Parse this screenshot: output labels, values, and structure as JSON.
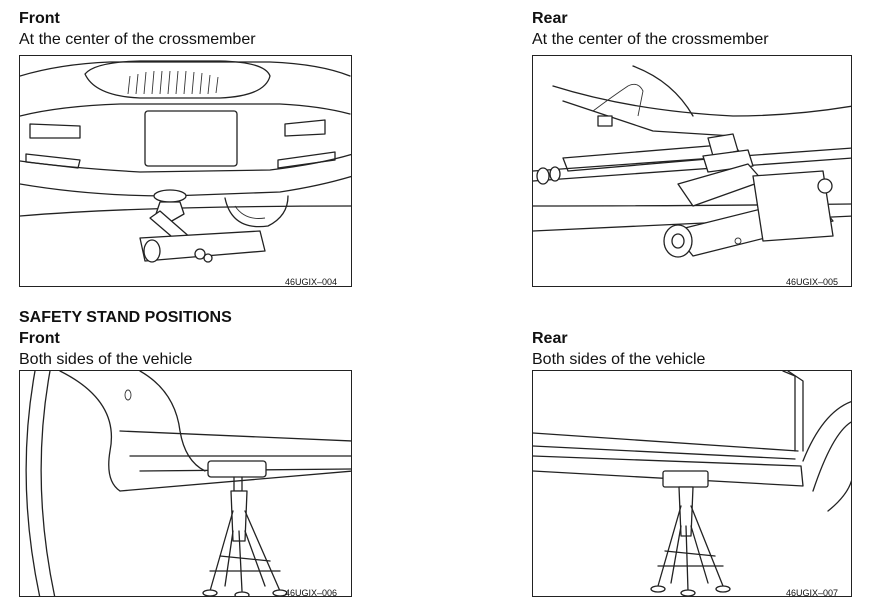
{
  "jack_positions": {
    "front": {
      "heading": "Front",
      "location": "At the center of the crossmember",
      "figure_code": "46UGIX–004"
    },
    "rear": {
      "heading": "Rear",
      "location": "At the center of the crossmember",
      "figure_code": "46UGIX–005"
    }
  },
  "safety_stand_positions": {
    "section_title": "SAFETY STAND POSITIONS",
    "front": {
      "heading": "Front",
      "location": "Both sides of the vehicle",
      "figure_code": "46UGIX–006"
    },
    "rear": {
      "heading": "Rear",
      "location": "Both sides of the vehicle",
      "figure_code": "46UGIX–007"
    }
  }
}
